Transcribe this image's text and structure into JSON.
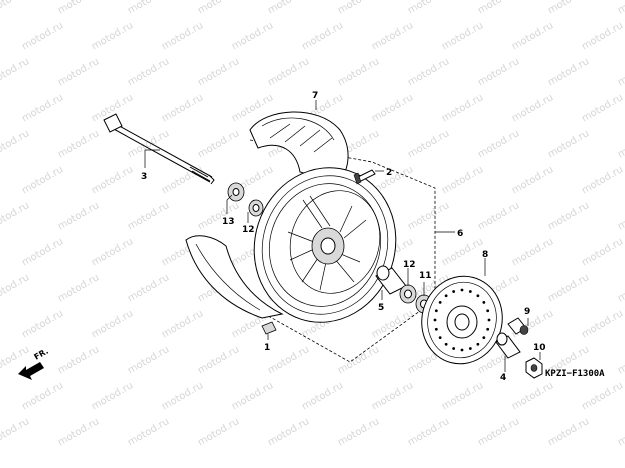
{
  "watermark": {
    "text": "motod.ru"
  },
  "callouts": {
    "c1": "1",
    "c2": "2",
    "c3": "3",
    "c4": "4",
    "c5": "5",
    "c6": "6",
    "c7": "7",
    "c8": "8",
    "c9": "9",
    "c10": "10",
    "c11": "11",
    "c12a": "12",
    "c12b": "12",
    "c13": "13"
  },
  "diagram_code": "KPZI−F1300A",
  "front_label": "FR."
}
